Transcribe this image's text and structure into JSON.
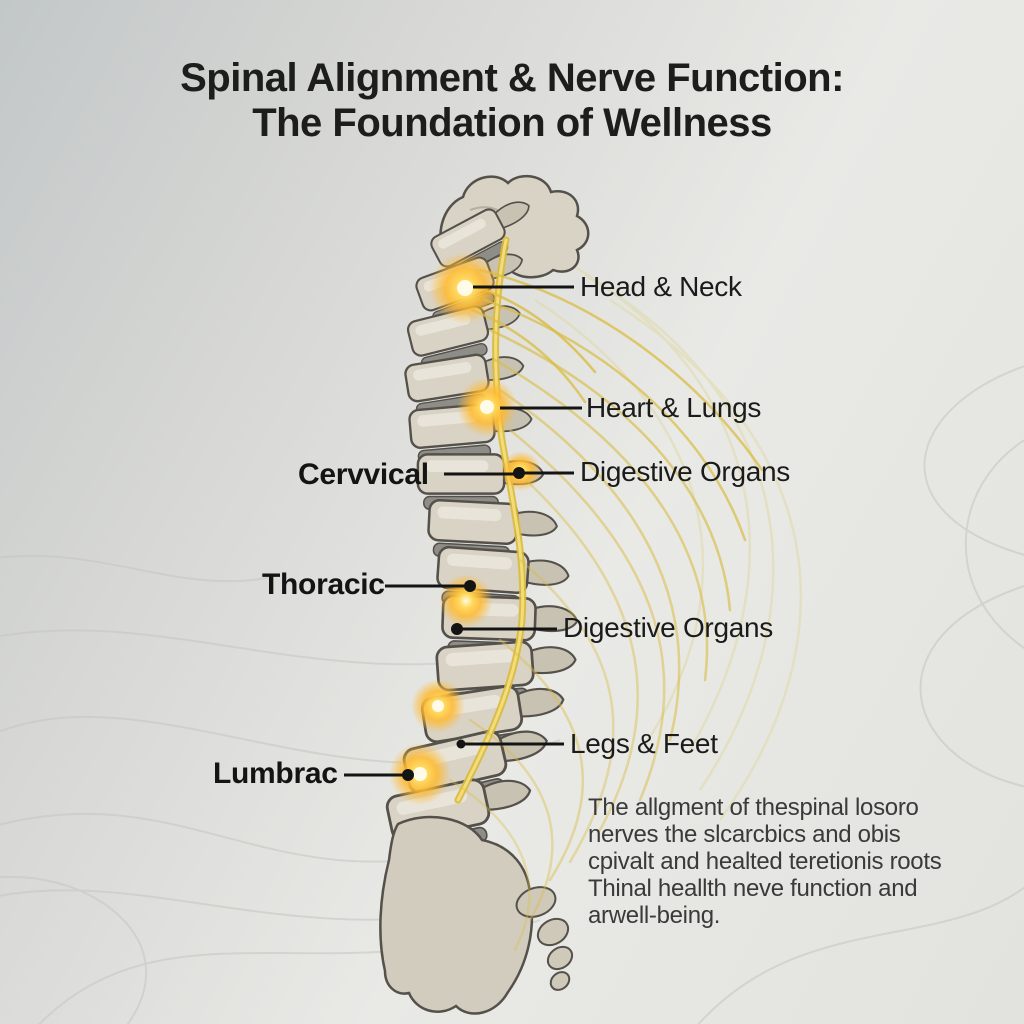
{
  "title": {
    "line1": "Spinal Alignment & Nerve Function:",
    "line2": "The Foundation of Wellness"
  },
  "labels": {
    "cervical": "Cervvical",
    "thoracic": "Thoracic",
    "lumbar": "Lumbrac",
    "head_neck": "Head & Neck",
    "heart_lungs": "Heart & Lungs",
    "digestive_upper": "Digestive Organs",
    "digestive_lower": "Digestive Organs",
    "legs_feet": "Legs & Feet"
  },
  "caption": {
    "line1": "The allgment of thespinal losoro",
    "line2": "nerves the slcarcbics and obis",
    "line3": "cpivalt and healted teretionis roots",
    "line4": "Thinal heallth neve function and",
    "line5": "arwell-being."
  },
  "colors": {
    "background_top": "#c5cacb",
    "background_bottom": "#eaeae7",
    "bone": "#d9d3c6",
    "disc": "#8f8d88",
    "outline": "#54504a",
    "nerve_gold": "#d9bc42",
    "glow_orange": "#ffb92e",
    "text_dark": "#1d1d1b"
  }
}
